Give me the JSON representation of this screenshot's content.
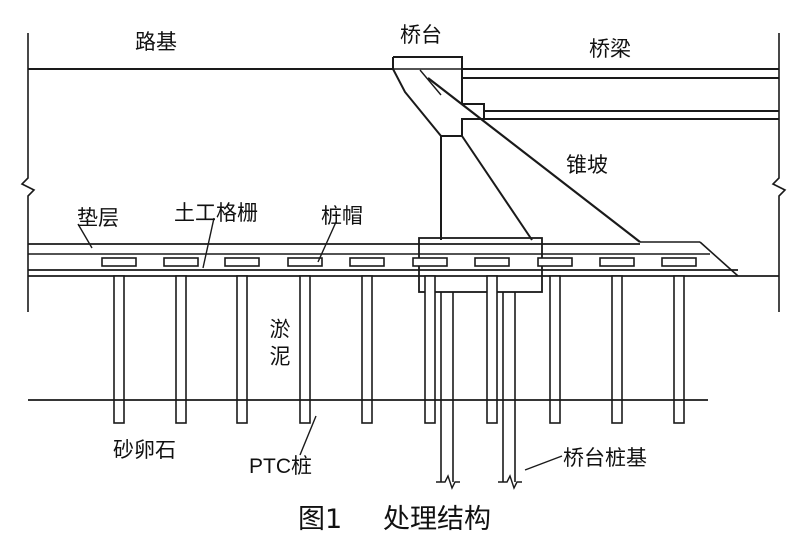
{
  "labels": {
    "roadbed": "路基",
    "abutment": "桥台",
    "bridge_beam": "桥梁",
    "cone_slope": "锥坡",
    "cushion_layer": "垫层",
    "geogrid": "土工格栅",
    "pile_cap": "桩帽",
    "silt": "淤泥",
    "gravel": "砂卵石",
    "ptc_pile": "PTC桩",
    "abutment_pile_foundation": "桥台桩基"
  },
  "caption": {
    "figure_number": "图1",
    "title": "处理结构"
  },
  "colors": {
    "line": "#1a1a1a",
    "background": "#ffffff"
  }
}
